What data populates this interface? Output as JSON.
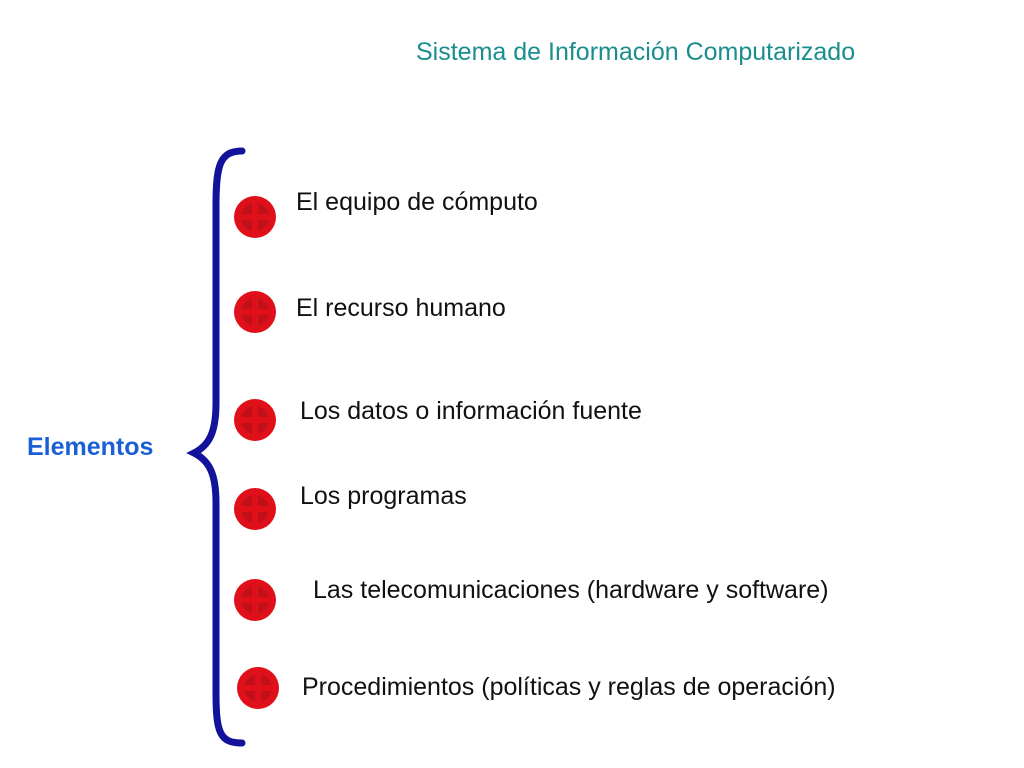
{
  "title": "Sistema de Información Computarizado",
  "root_label": "Elementos",
  "colors": {
    "title": "#1a8e8e",
    "root_label": "#1a5fd6",
    "brace": "#12129a",
    "bullet_fill": "#e0101a",
    "bullet_cross": "#a0101a"
  },
  "bullet_icon": "red-cross-circle-icon",
  "items": [
    {
      "label": "El equipo de cómputo"
    },
    {
      "label": "El recurso humano"
    },
    {
      "label": "Los datos o información fuente"
    },
    {
      "label": "Los programas"
    },
    {
      "label": "Las telecomunicaciones (hardware y software)"
    },
    {
      "label": "Procedimientos (políticas y reglas de operación)"
    }
  ]
}
